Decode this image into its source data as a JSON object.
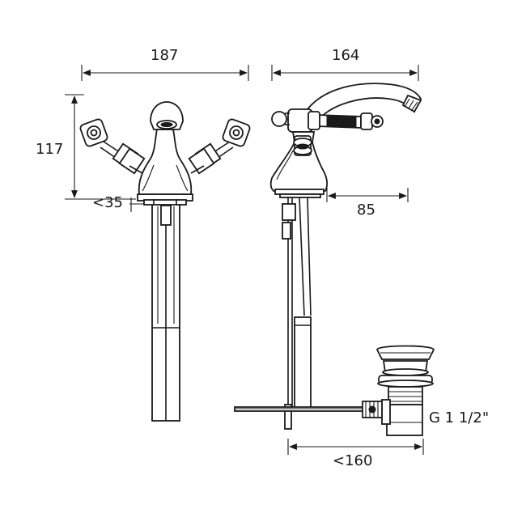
{
  "dimensions": {
    "front_width": "187",
    "side_width": "164",
    "height": "117",
    "front_offset": "<35",
    "spout_reach": "85",
    "waste_length": "<160",
    "waste_thread": "G 1 1/2\""
  },
  "colors": {
    "line": "#1a1a1a",
    "background": "#ffffff"
  }
}
